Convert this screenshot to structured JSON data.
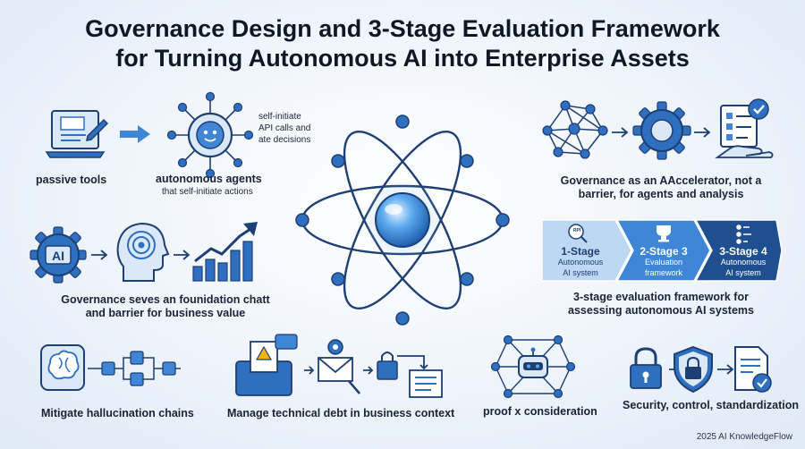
{
  "title": {
    "line1": "Governance Design and 3-Stage Evaluation Framework",
    "line2": "for Turning Autonomous AI into Enterprise Assets"
  },
  "top_left": {
    "passive_label": "passive tools",
    "agents_label": "autonomous agents",
    "agents_sub": "that self-initiate actions",
    "note_line1": "self-initiate",
    "note_line2": "API calls and",
    "note_line3": "ate decisions"
  },
  "mid_left": {
    "ai_chip": "AI",
    "line1": "Governance seves an founidation chatt",
    "line2": "and barrier for business value"
  },
  "top_right": {
    "line1": "Governance as an AAccelerator, not a",
    "line2": "barrier, for agents and analysis"
  },
  "stages": [
    {
      "icon_text": "RPI",
      "title": "1-Stage",
      "sub1": "Autonomous",
      "sub2": "AI system"
    },
    {
      "icon_text": "",
      "title": "2-Stage 3",
      "sub1": "Evaluation",
      "sub2": "framework"
    },
    {
      "icon_text": "",
      "title": "3-Stage 4",
      "sub1": "Autonomous",
      "sub2": "AI system"
    }
  ],
  "stages_caption": {
    "line1": "3-stage evaluation framework for",
    "line2": "assessing autonomous AI systems"
  },
  "bottom": {
    "hallucination": "Mitigate hallucination chains",
    "debt": "Manage technical debt in business context",
    "proof": "proof x consideration",
    "security": "Security, control, standardization"
  },
  "footer": "2025 AI KnowledgeFlow",
  "colors": {
    "primary": "#2f6fc0",
    "dark": "#1e3f73",
    "light": "#dbe8f7",
    "stage1": "#bcd8f3",
    "stage2": "#3f86d6",
    "stage3": "#1f4f8f"
  }
}
